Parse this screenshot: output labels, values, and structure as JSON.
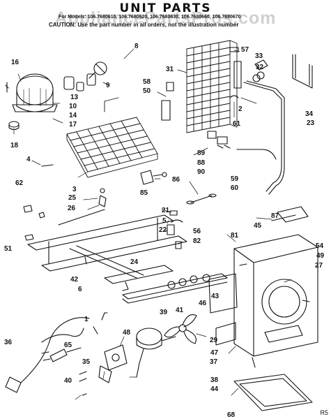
{
  "header": {
    "title": "UNIT PARTS",
    "models_line": "For Models: 106.7680610, 106.7680620, 106.7680630, 106.7680660, 106.7680670",
    "note": "CAUTION: Use the part number in all orders, not the illustration number"
  },
  "watermark": "AppliancePartsPros.com",
  "callouts": [
    "1",
    "2",
    "3",
    "4",
    "5",
    "6",
    "8",
    "9",
    "10",
    "13",
    "14",
    "16",
    "17",
    "18",
    "21",
    "22",
    "23",
    "24",
    "25",
    "26",
    "27",
    "29",
    "31",
    "32",
    "33",
    "34",
    "35",
    "36",
    "37",
    "38",
    "39",
    "40",
    "41",
    "42",
    "43",
    "44",
    "45",
    "46",
    "47",
    "48",
    "49",
    "50",
    "51",
    "54",
    "56",
    "57",
    "58",
    "59",
    "60",
    "61",
    "62",
    "65",
    "68",
    "81",
    "82",
    "85",
    "86",
    "87",
    "88",
    "89",
    "90"
  ],
  "corner_mark": "R5"
}
